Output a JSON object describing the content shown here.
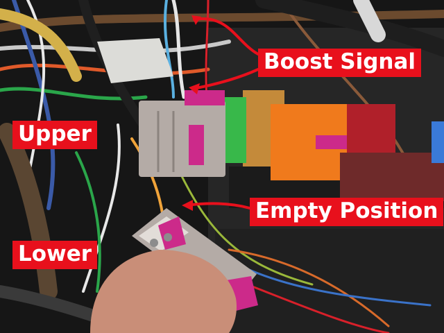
{
  "labels": {
    "boost_signal": "Boost Signal",
    "upper": "Upper",
    "empty_position": "Empty Position",
    "lower": "Lower"
  },
  "colors": {
    "label_background": "#e8101c",
    "label_text": "#ffffff",
    "annotation_arrow": "#e8101c",
    "connector_grey": "#b4aba6",
    "connector_pink": "#cc2a8a",
    "relay_orange": "#f07a1c",
    "relay_tan": "#c48a3a",
    "relay_green": "#38b84a",
    "fuse_panel": "#2a2a2a"
  }
}
